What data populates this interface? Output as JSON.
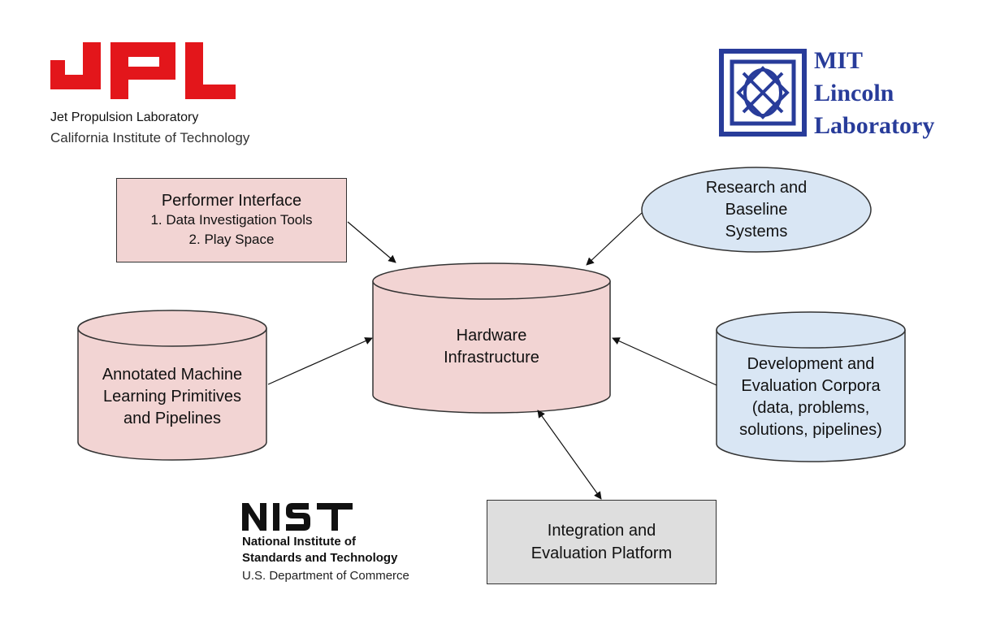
{
  "logos": {
    "jpl": {
      "mark_text": "JPL",
      "line1": "Jet Propulsion Laboratory",
      "line2": "California Institute of Technology",
      "color": "#e3161b"
    },
    "mit": {
      "line1": "MIT",
      "line2": "Lincoln",
      "line3": "Laboratory",
      "color": "#283c9a"
    },
    "nist": {
      "mark_text": "NIST",
      "line1": "National Institute of",
      "line2": "Standards and Technology",
      "line3": "U.S. Department of Commerce"
    }
  },
  "nodes": {
    "performer": {
      "title": "Performer Interface",
      "item1": "1. Data Investigation Tools",
      "item2": "2. Play Space"
    },
    "research": {
      "line1": "Research and",
      "line2": "Baseline",
      "line3": "Systems"
    },
    "hardware": {
      "line1": "Hardware",
      "line2": "Infrastructure"
    },
    "ml": {
      "line1": "Annotated Machine",
      "line2": "Learning Primitives",
      "line3": "and Pipelines"
    },
    "corpora": {
      "line1": "Development and",
      "line2": "Evaluation Corpora",
      "line3": "(data, problems,",
      "line4": "solutions, pipelines)"
    },
    "integration": {
      "line1": "Integration and",
      "line2": "Evaluation Platform"
    }
  },
  "colors": {
    "pink": "#f2d4d3",
    "blue": "#d9e6f4",
    "gray": "#dedede",
    "stroke": "#333333"
  }
}
